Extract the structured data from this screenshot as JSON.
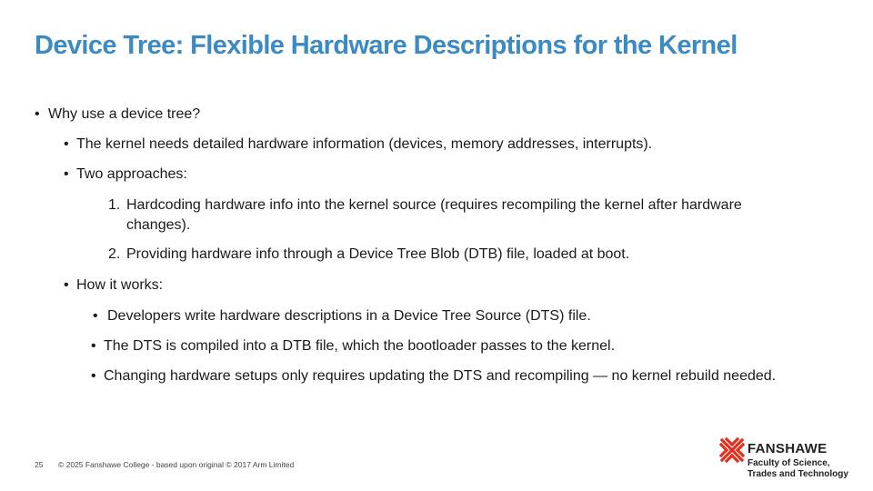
{
  "slide": {
    "title": "Device Tree: Flexible Hardware Descriptions for the Kernel",
    "bullet_char": "•",
    "items": [
      {
        "text": "Why use a device tree?"
      },
      {
        "text": "The kernel needs detailed hardware information (devices, memory addresses, interrupts)."
      },
      {
        "text": "Two approaches:"
      },
      {
        "number": "1.",
        "text": "Hardcoding hardware info into the kernel source (requires recompiling the kernel after hardware",
        "continuation": "changes)."
      },
      {
        "number": "2.",
        "text": "Providing hardware info through a Device Tree Blob (DTB) file, loaded at boot."
      },
      {
        "text": "How it works:"
      },
      {
        "text": "Developers write hardware descriptions in a Device Tree Source (DTS) file."
      },
      {
        "text": "The DTS is compiled into a DTB file, which the bootloader passes to the kernel."
      },
      {
        "text": "Changing hardware setups only requires updating the DTS and recompiling — no kernel rebuild needed."
      }
    ]
  },
  "footer": {
    "page_number": "25",
    "copyright": "© 2025 Fanshawe College  - based upon original © 2017 Arm Limited"
  },
  "logo": {
    "name": "FANSHAWE",
    "line1": "Faculty of Science,",
    "line2": "Trades and Technology",
    "color": "#e0301e",
    "icon": "fanshawe-logo-icon"
  }
}
